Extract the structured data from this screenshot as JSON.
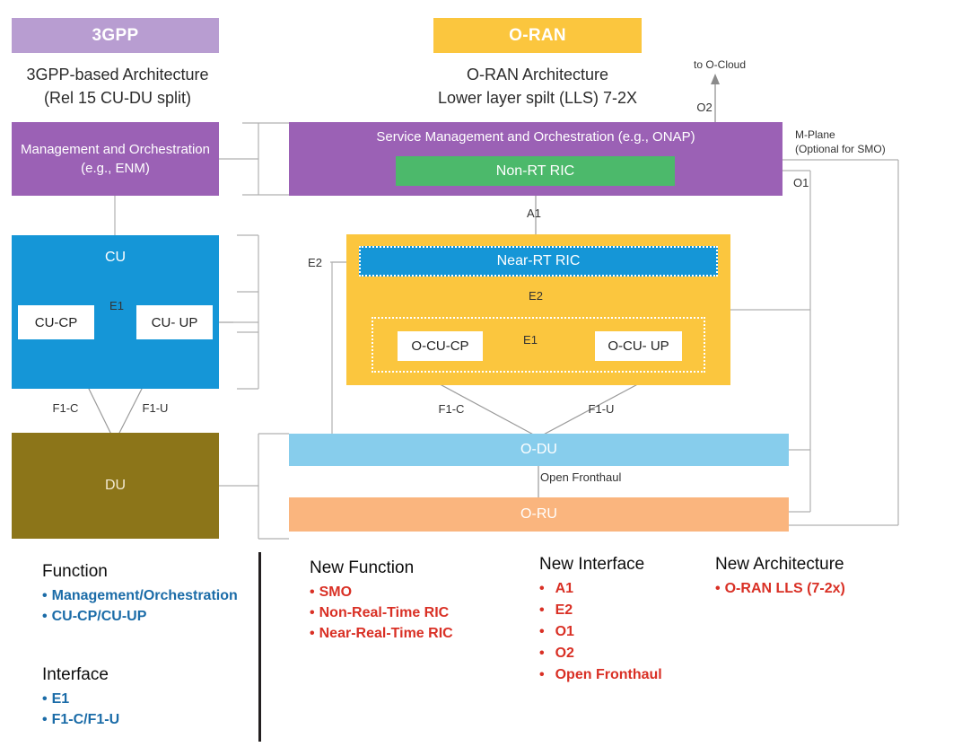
{
  "headers": {
    "left_pill": "3GPP",
    "right_pill": "O-RAN",
    "left_caption": "3GPP-based Architecture\n(Rel 15 CU-DU split)",
    "right_caption": "O-RAN Architecture\nLower layer spilt (LLS) 7-2X"
  },
  "left_arch": {
    "management": "Management and\nOrchestration (e.g., ENM)",
    "cu": "CU",
    "cu_cp": "CU-CP",
    "cu_up": "CU- UP",
    "du": "DU",
    "e1": "E1",
    "f1c": "F1-C",
    "f1u": "F1-U"
  },
  "right_arch": {
    "smo": "Service Management and Orchestration (e.g., ONAP)",
    "non_rt_ric": "Non-RT RIC",
    "near_rt_ric": "Near-RT RIC",
    "o_cu_cp": "O-CU-CP",
    "o_cu_up": "O-CU- UP",
    "o_du": "O-DU",
    "o_ru": "O-RU",
    "a1": "A1",
    "e2_outer": "E2",
    "e2_inner": "E2",
    "e1": "E1",
    "f1c": "F1-C",
    "f1u": "F1-U",
    "open_fronthaul": "Open Fronthaul",
    "o2": "O2",
    "to_o_cloud": "to O-Cloud",
    "o1": "O1",
    "m_plane": "M-Plane\n(Optional for SMO)"
  },
  "legend": {
    "function": {
      "title": "Function",
      "items": [
        "Management/Orchestration",
        "CU-CP/CU-UP"
      ]
    },
    "interface": {
      "title": "Interface",
      "items": [
        "E1",
        "F1-C/F1-U"
      ]
    },
    "new_function": {
      "title": "New Function",
      "items": [
        "SMO",
        "Non-Real-Time RIC",
        "Near-Real-Time RIC"
      ]
    },
    "new_interface": {
      "title": "New Interface",
      "items": [
        "A1",
        "E2",
        "O1",
        "O2",
        "Open Fronthaul"
      ]
    },
    "new_architecture": {
      "title": "New Architecture",
      "items": [
        "O-RAN LLS (7-2x)"
      ]
    }
  },
  "colors": {
    "purple_light": "#b89dd1",
    "purple": "#9b61b5",
    "yellow": "#fbc63e",
    "green": "#4cb96b",
    "blue": "#1596d7",
    "light_blue": "#87cdec",
    "orange": "#fab57e",
    "olive": "#8c7519",
    "legend_blue": "#1b6ca8",
    "legend_red": "#d93025"
  }
}
